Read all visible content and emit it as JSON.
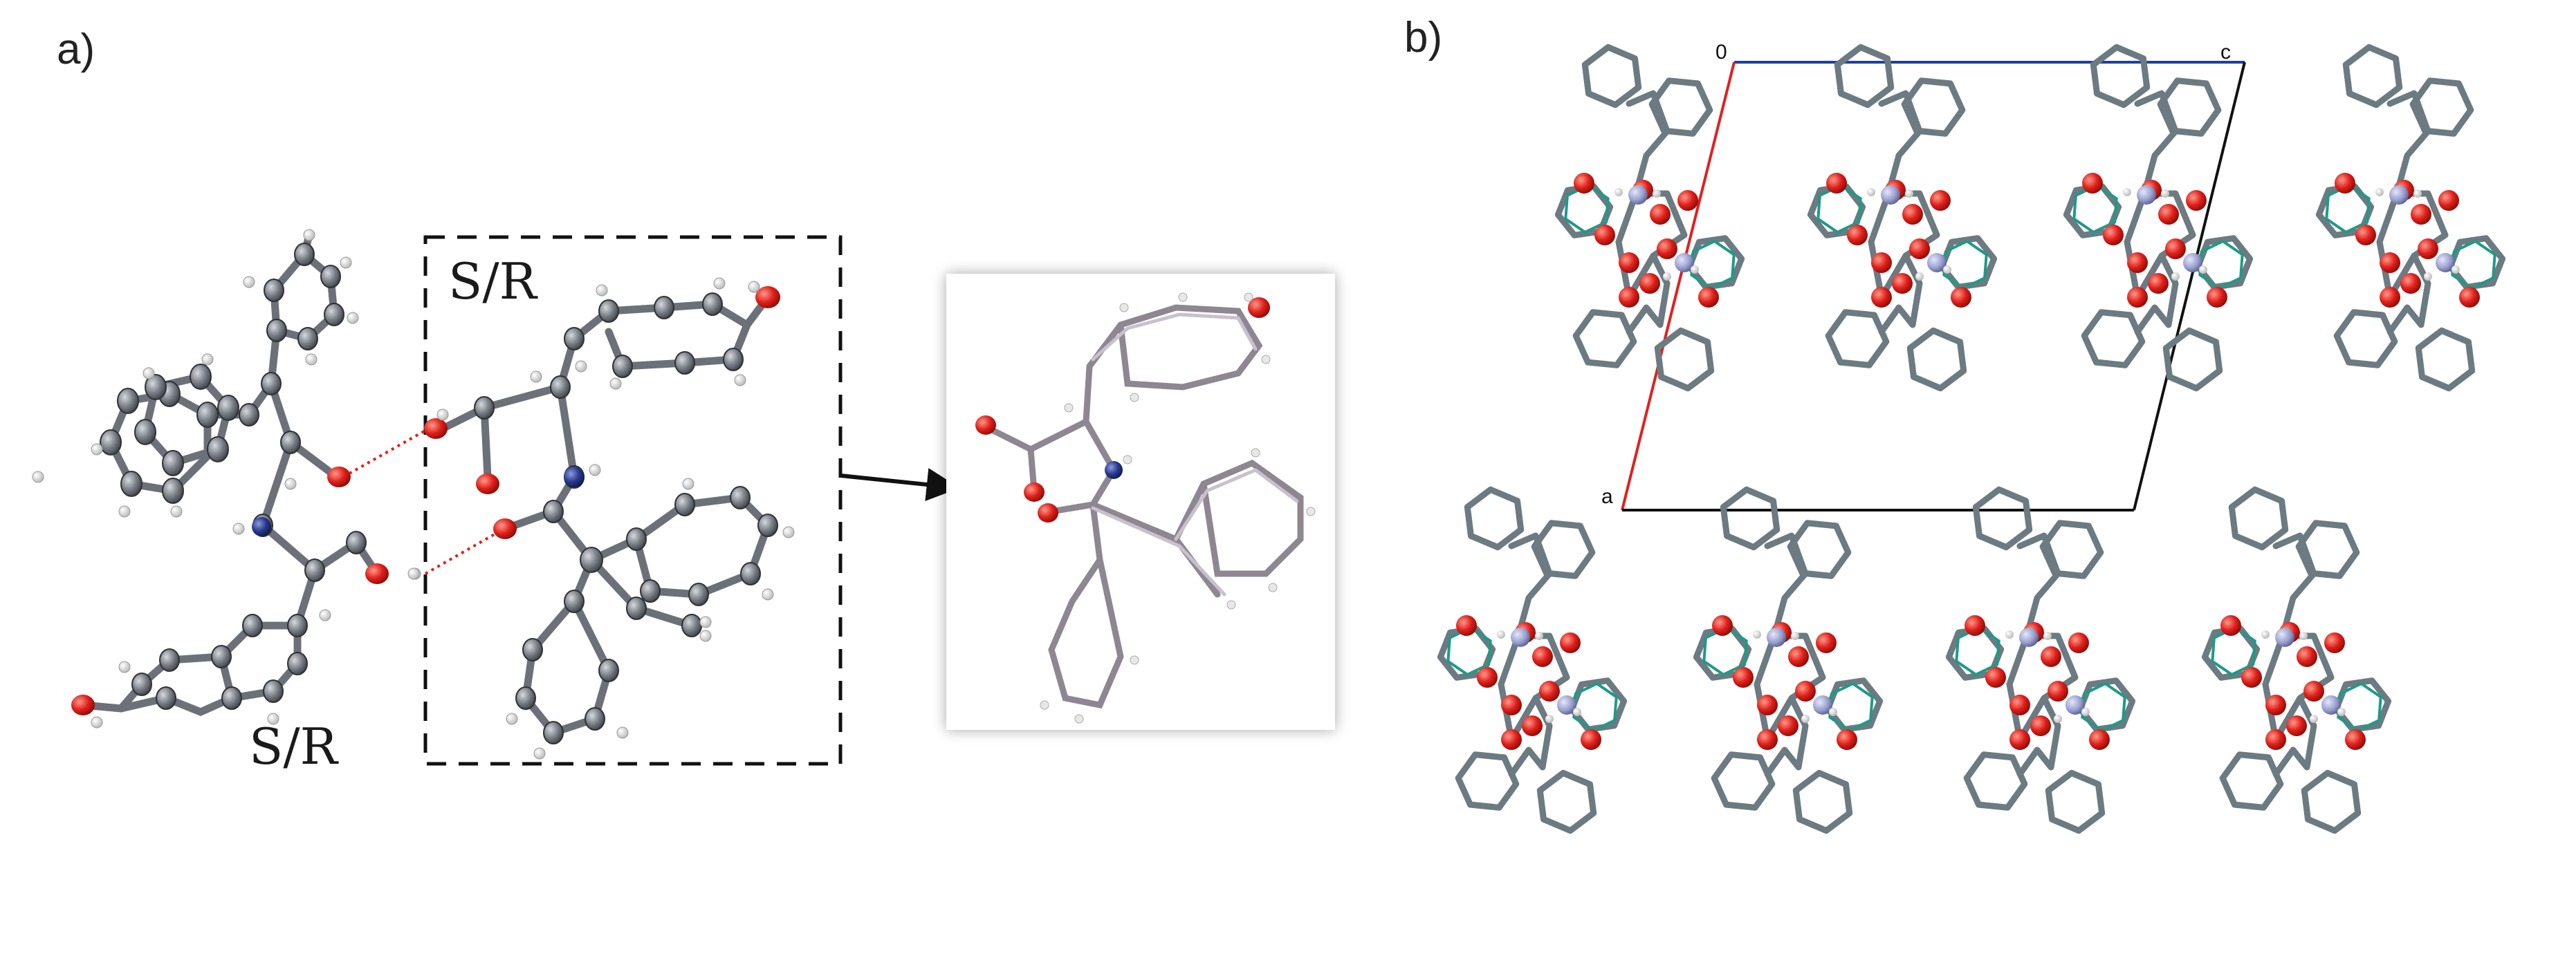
{
  "panel_a": {
    "label": "a)",
    "left_enantiomer_label": "S/R",
    "boxed_enantiomer_label": "S/R"
  },
  "panel_b": {
    "label": "b)",
    "axis_origin_label": "0",
    "axis_c_label": "c",
    "axis_a_label": "a"
  },
  "colors": {
    "carbon": "#8a8f96",
    "carbon_stick": "#6c7a82",
    "oxygen": "#e0201b",
    "nitrogen_a": "#2a3a8c",
    "nitrogen_b": "#9aa0d0",
    "hydrogen": "#e8e8e8",
    "hbond": "#e0201b",
    "axis_c": "#2040a0",
    "axis_a": "#e02020",
    "cell_edge": "#111111",
    "disorder": "#1f9a86"
  }
}
